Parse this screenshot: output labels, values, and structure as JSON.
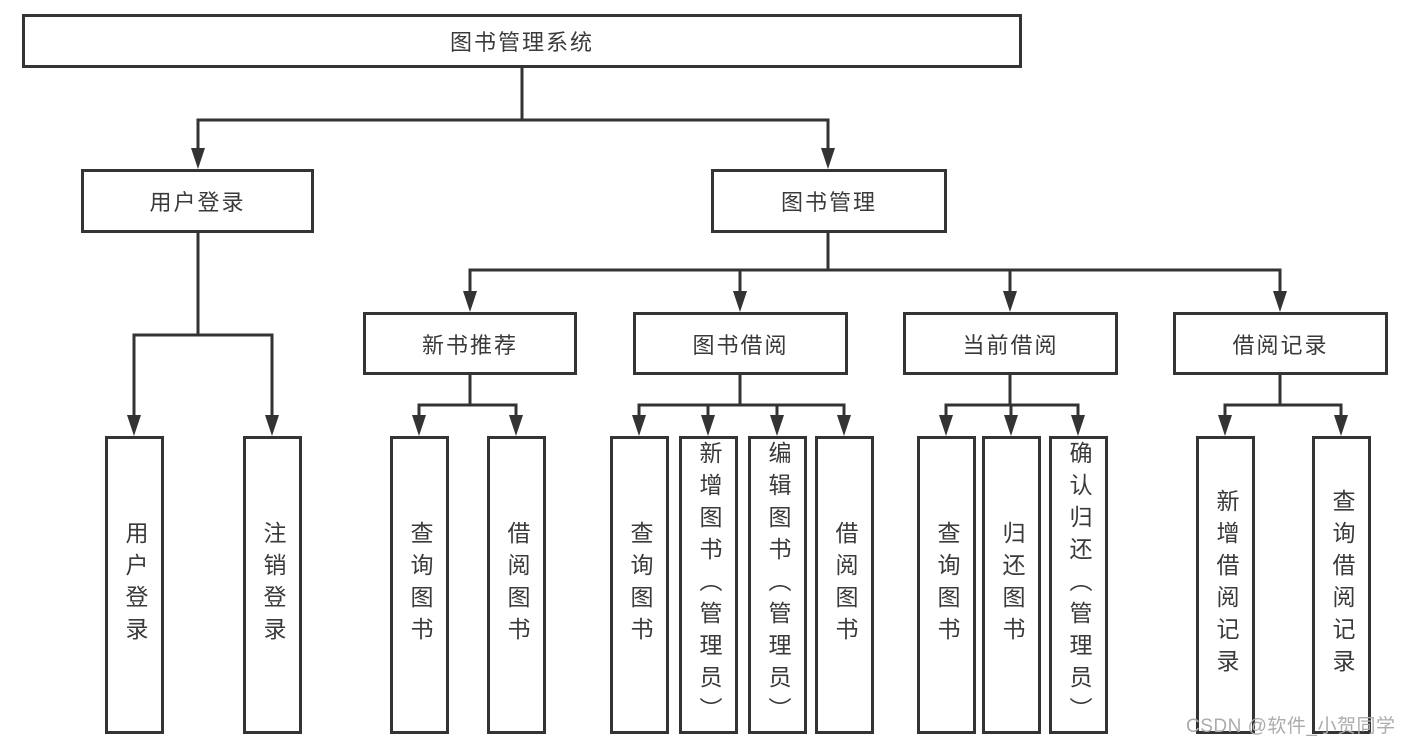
{
  "diagram": {
    "root": {
      "label": "图书管理系统"
    },
    "branches": [
      {
        "label": "用户登录",
        "children": [
          {
            "label": "用户登录"
          },
          {
            "label": "注销登录"
          }
        ]
      },
      {
        "label": "图书管理",
        "children": [
          {
            "label": "新书推荐",
            "children": [
              {
                "label": "查询图书"
              },
              {
                "label": "借阅图书"
              }
            ]
          },
          {
            "label": "图书借阅",
            "children": [
              {
                "label": "查询图书"
              },
              {
                "label": "新增图书（管理员）"
              },
              {
                "label": "编辑图书（管理员）"
              },
              {
                "label": "借阅图书"
              }
            ]
          },
          {
            "label": "当前借阅",
            "children": [
              {
                "label": "查询图书"
              },
              {
                "label": "归还图书"
              },
              {
                "label": "确认归还（管理员）"
              }
            ]
          },
          {
            "label": "借阅记录",
            "children": [
              {
                "label": "新增借阅记录"
              },
              {
                "label": "查询借阅记录"
              }
            ]
          }
        ]
      }
    ]
  },
  "watermark": {
    "text": "CSDN @软件_小贺同学"
  },
  "icons": {
    "arrowhead_down": "▼ (solid triangle, drawn as SVG polygon)"
  },
  "colors": {
    "line": "#333333",
    "box_border": "#343434",
    "text": "#3a3a3a",
    "watermark": "#acacac",
    "background": "#ffffff"
  }
}
